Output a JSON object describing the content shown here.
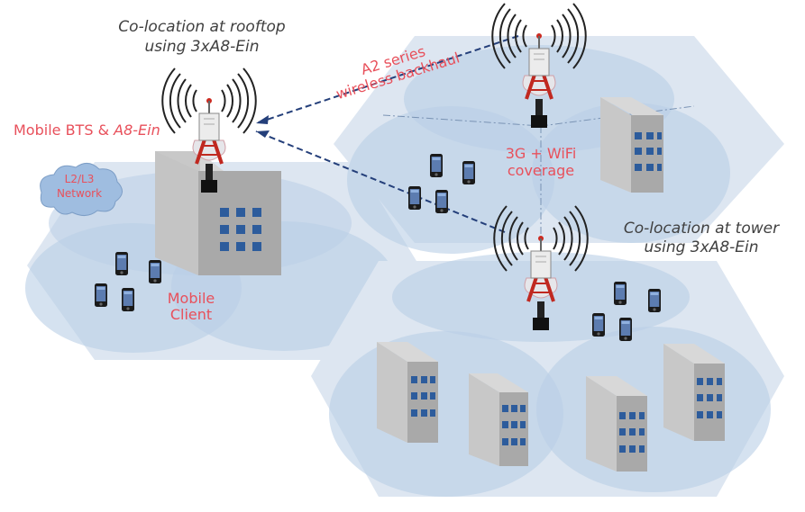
{
  "labels": {
    "rooftop_title_line1": "Co-location at rooftop",
    "rooftop_title_line2": "using 3xA8-Ein",
    "bts_prefix": "Mobile BTS & ",
    "bts_model": "A8-Ein",
    "network_line1": "L2/L3",
    "network_line2": "Network",
    "client_line1": "Mobile",
    "client_line2": "Client",
    "backhaul_line1": "A2 series",
    "backhaul_line2": "wireless backhaul",
    "coverage_line1": "3G + WiFi",
    "coverage_line2": "coverage",
    "tower_title_line1": "Co-location at tower",
    "tower_title_line2": "using 3xA8-Ein"
  },
  "colors": {
    "accent_red": "#e8505b",
    "dark_text": "#404040",
    "coverage_fill": "#b9cee6",
    "coverage_zone": "#dde6f1",
    "backhaul_link": "#243f7a",
    "building_front": "#a9a9a9",
    "building_side": "#cfcfcf",
    "window": "#2d5c9c",
    "tower_red": "#c02820",
    "cloud": "#9fbde0"
  },
  "icons": [
    "antenna-icon",
    "tower-icon",
    "building-icon",
    "phone-icon",
    "cloud-icon"
  ]
}
